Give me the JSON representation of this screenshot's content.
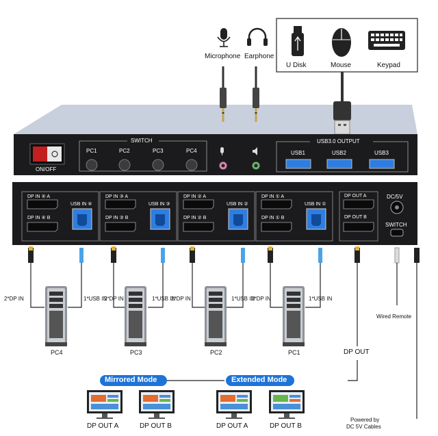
{
  "peripherals": {
    "microphone": "Microphone",
    "earphone": "Earphone",
    "udisk": "U Disk",
    "mouse": "Mouse",
    "keypad": "Keypad"
  },
  "front_panel": {
    "power_label": "ON/OFF",
    "switch_title": "SWITCH",
    "pc_buttons": [
      "PC1",
      "PC2",
      "PC3",
      "PC4"
    ],
    "usb_output_title": "USB3.0 OUTPUT",
    "usb_ports": [
      "USB1",
      "USB2",
      "USB3"
    ]
  },
  "rear_panel": {
    "groups": [
      {
        "dp_a": "DP IN ④ A",
        "dp_b": "DP IN ④ B",
        "usb": "USB IN ④"
      },
      {
        "dp_a": "DP IN ③ A",
        "dp_b": "DP IN ③ B",
        "usb": "USB IN ③"
      },
      {
        "dp_a": "DP IN ② A",
        "dp_b": "DP IN ② B",
        "usb": "USB IN ②"
      },
      {
        "dp_a": "DP IN ① A",
        "dp_b": "DP IN ① B",
        "usb": "USB IN ①"
      }
    ],
    "dp_out_a": "DP OUT A",
    "dp_out_b": "DP OUT B",
    "dc": "DC/5V",
    "switch": "SWITCH"
  },
  "computers": [
    {
      "name": "PC4",
      "dp_in": "2*DP IN",
      "usb_in": "1*USB IN"
    },
    {
      "name": "PC3",
      "dp_in": "2*DP IN",
      "usb_in": "1*USB IN"
    },
    {
      "name": "PC2",
      "dp_in": "2*DP IN",
      "usb_in": "1*USB IN"
    },
    {
      "name": "PC1",
      "dp_in": "2*DP IN",
      "usb_in": "1*USB IN"
    }
  ],
  "wired_remote": "Wired Remote",
  "dp_out": "DP OUT",
  "powered_by": [
    "Powered by",
    "DC 5V Cables"
  ],
  "modes": {
    "mirrored": "Mirrored Mode",
    "extended": "Extended Mode",
    "mode_color": "#1e73d8"
  },
  "monitors": [
    "DP OUT A",
    "DP OUT B",
    "DP OUT A",
    "DP OUT B"
  ]
}
